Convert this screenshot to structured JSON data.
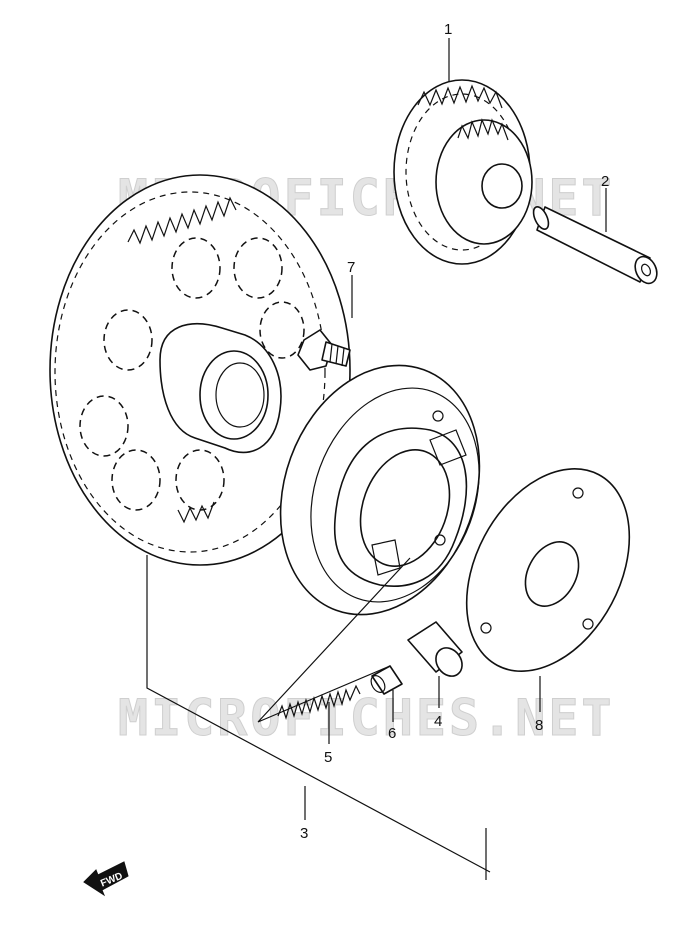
{
  "watermarks": [
    "MICROFICHES.NET",
    "MICROFICHES.NET"
  ],
  "callouts": [
    {
      "id": "1",
      "label": "1"
    },
    {
      "id": "2",
      "label": "2"
    },
    {
      "id": "3",
      "label": "3"
    },
    {
      "id": "4",
      "label": "4"
    },
    {
      "id": "5",
      "label": "5"
    },
    {
      "id": "6",
      "label": "6"
    },
    {
      "id": "7",
      "label": "7"
    },
    {
      "id": "8",
      "label": "8"
    }
  ],
  "direction_badge": {
    "label": "FWD"
  },
  "colors": {
    "line": "#111111",
    "background": "#ffffff",
    "watermark": "#e4e4e4"
  }
}
